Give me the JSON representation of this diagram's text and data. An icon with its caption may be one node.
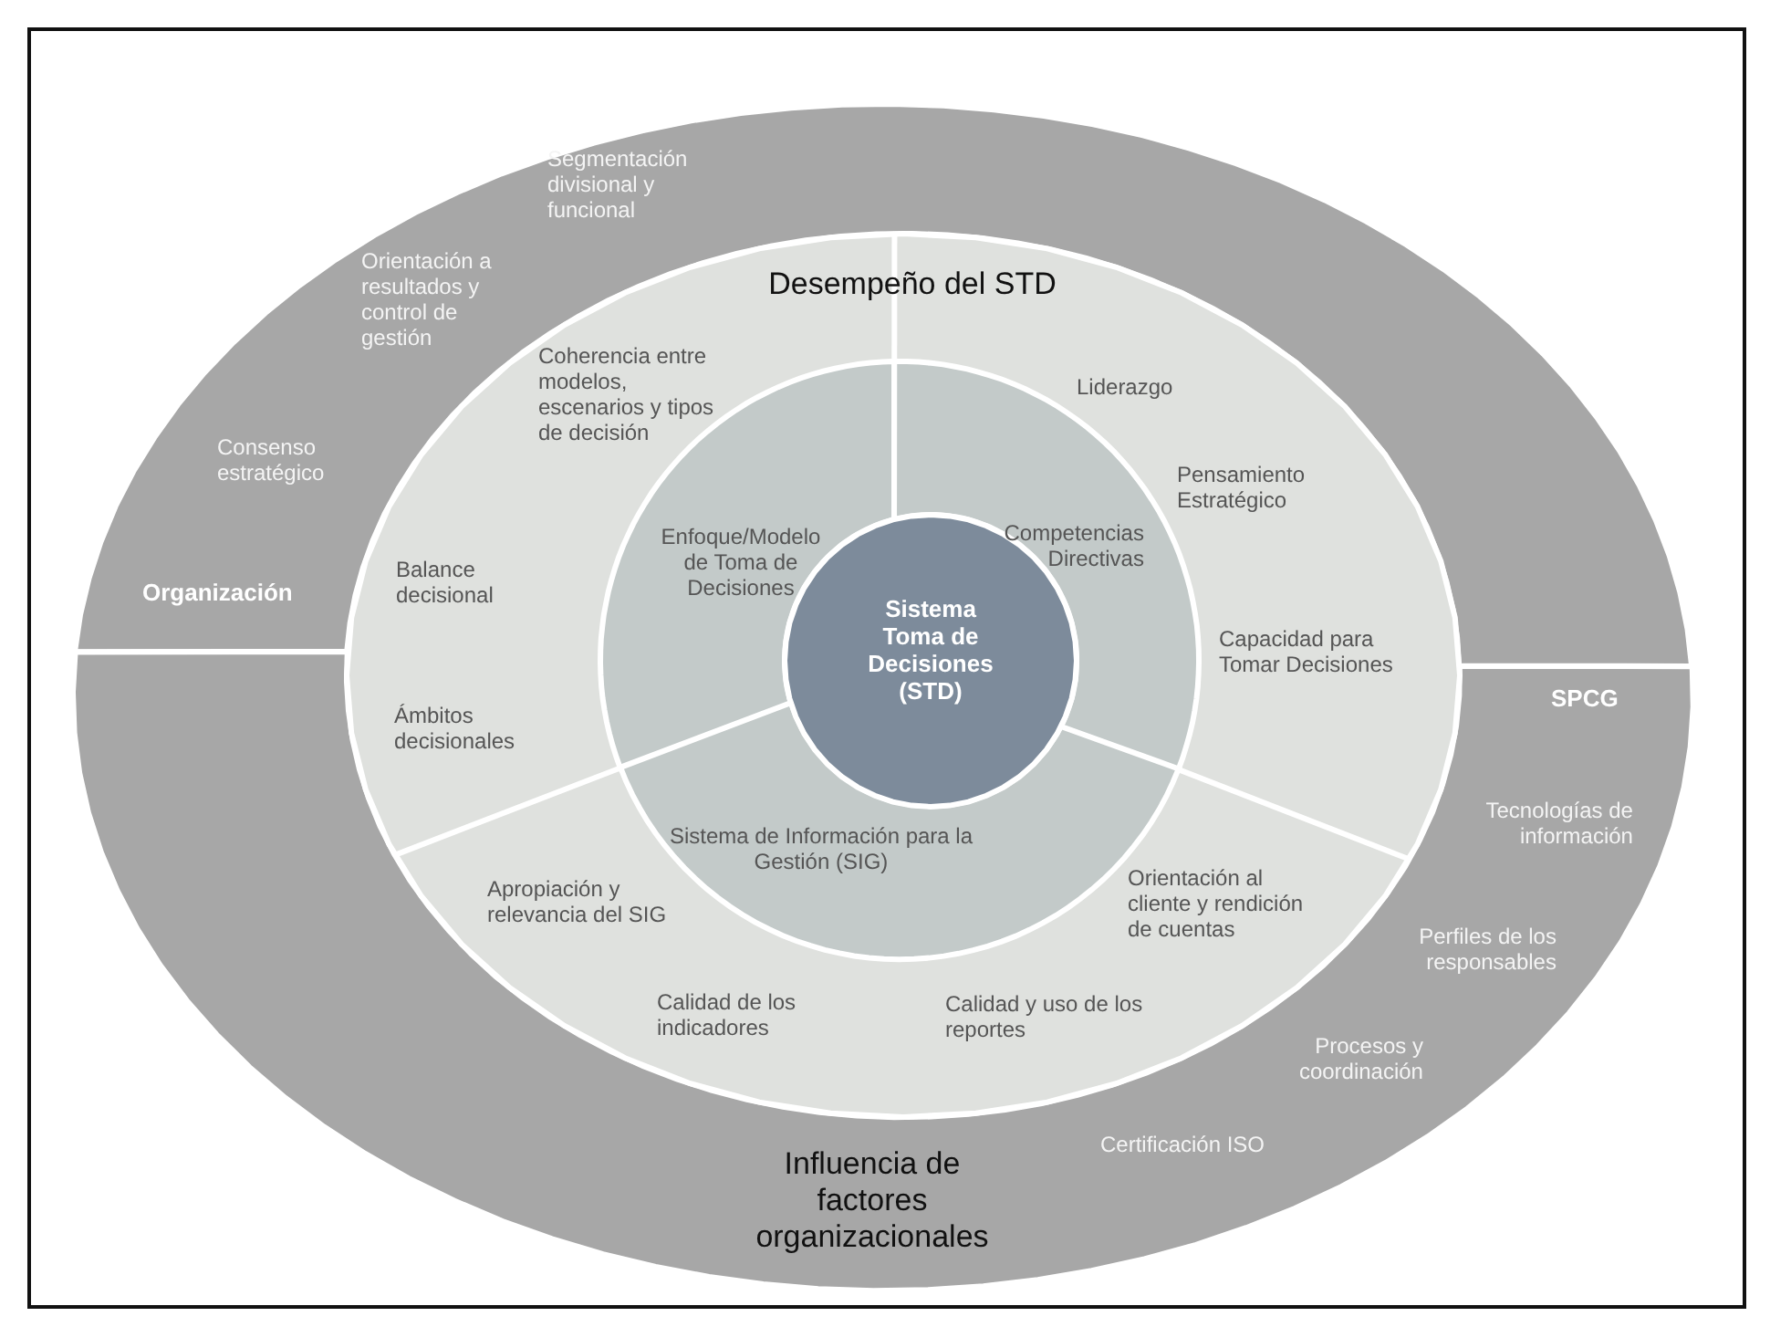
{
  "diagram": {
    "nodes": [
      {
        "text": [
          "Segmentación divisional y funcional",
          "Orientación a resultados y control de gestión",
          "Consenso estratégico",
          "Organización"
        ]
      },
      {
        "text": [
          "SPCG",
          "Tecnologías de información",
          "Perfiles de los responsables",
          "Procesos y coordinación",
          "Certificación ISO",
          "Influencia de factores organizacionales"
        ]
      },
      {
        "text": [
          "Desempeño del STD",
          "Coherencia entre modelos, escenarios y tipos de decisión",
          "Liderazgo",
          "Pensamiento Estratégico",
          "Balance decisional",
          "Capacidad para Tomar Decisiones",
          "Ámbitos decisionales",
          "Apropiación y relevancia del SIG",
          "Orientación al cliente y rendición de cuentas",
          "Calidad de los indicadores",
          "Calidad y uso de los reportes"
        ]
      },
      {
        "text": [
          "Enfoque/Modelo de Toma de Decisiones"
        ],
        "in": 2
      },
      {
        "text": [
          "Competencias Directivas"
        ],
        "in": 2
      },
      {
        "text": [
          "Sistema de Información para la Gestión (SIG)"
        ],
        "in": 2
      },
      {
        "text": [
          "Sistema Toma de Decisiones (STD)"
        ],
        "in": 2
      }
    ]
  }
}
